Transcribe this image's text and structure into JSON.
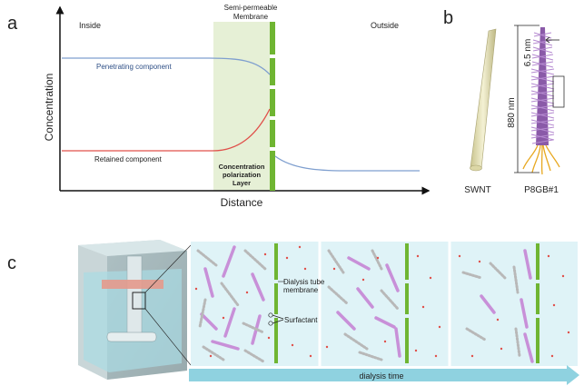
{
  "panel_a": {
    "letter": "a",
    "inside_label": "Inside",
    "outside_label": "Outside",
    "membrane_label_1": "Semi-permeable",
    "membrane_label_2": "Membrane",
    "penetrating_label": "Penetrating component",
    "retained_label": "Retained component",
    "layer_label_1": "Concentration",
    "layer_label_2": "polarization",
    "layer_label_3": "Layer",
    "y_axis_label": "Concentration",
    "x_axis_label": "Distance",
    "colors": {
      "penetrating": "#7f9fcf",
      "retained": "#e0504a",
      "membrane": "#6fb532",
      "layer": "#e6f0d6"
    }
  },
  "panel_b": {
    "letter": "b",
    "swnt_label": "SWNT",
    "p8gb_label": "P8GB#1",
    "length_label": "880 nm",
    "diameter_label": "6.5 nm",
    "colors": {
      "swnt": "#e6e2b8",
      "p8gb": "#b58ad0",
      "tail": "#e8a820"
    }
  },
  "panel_c": {
    "letter": "c",
    "dialysis_membrane_label_1": "Dialysis tube",
    "dialysis_membrane_label_2": "membrane",
    "surfactant_label": "Surfactant",
    "time_arrow_label": "dialysis time",
    "colors": {
      "background": "#dff3f7",
      "arrow": "#8fd2e0",
      "membrane": "#6fb532",
      "tube": "#c890d8"
    }
  }
}
